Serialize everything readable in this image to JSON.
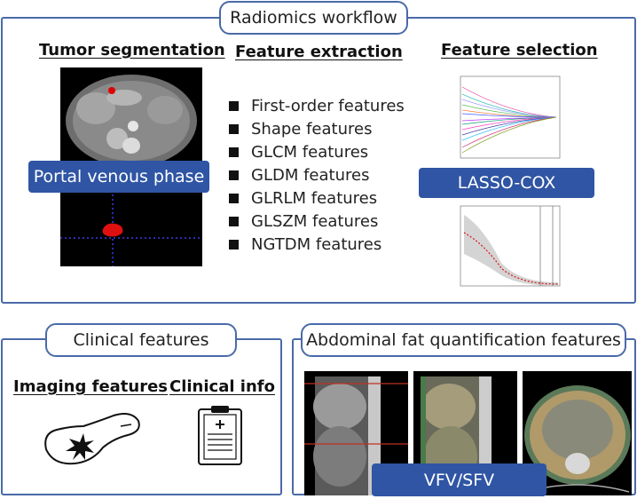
{
  "title": "Radiomics workflow",
  "segmentation": {
    "heading": "Tumor segmentation",
    "phase_label": "Portal venous phase"
  },
  "extraction": {
    "heading": "Feature extraction",
    "features": [
      "First-order features",
      "Shape features",
      "GLCM features",
      "GLDM features",
      "GLRLM features",
      "GLSZM features",
      "NGTDM features"
    ]
  },
  "selection": {
    "heading": "Feature selection",
    "method_label": "LASSO-COX"
  },
  "clinical": {
    "title": "Clinical features",
    "imaging_heading": "Imaging features",
    "info_heading": "Clinical info"
  },
  "fat": {
    "title": "Abdominal fat quantification features",
    "label": "VFV/SFV"
  },
  "colors": {
    "border": "#4a6aa8",
    "label_bg": "#2f55a4",
    "tumor": "#e01010"
  }
}
